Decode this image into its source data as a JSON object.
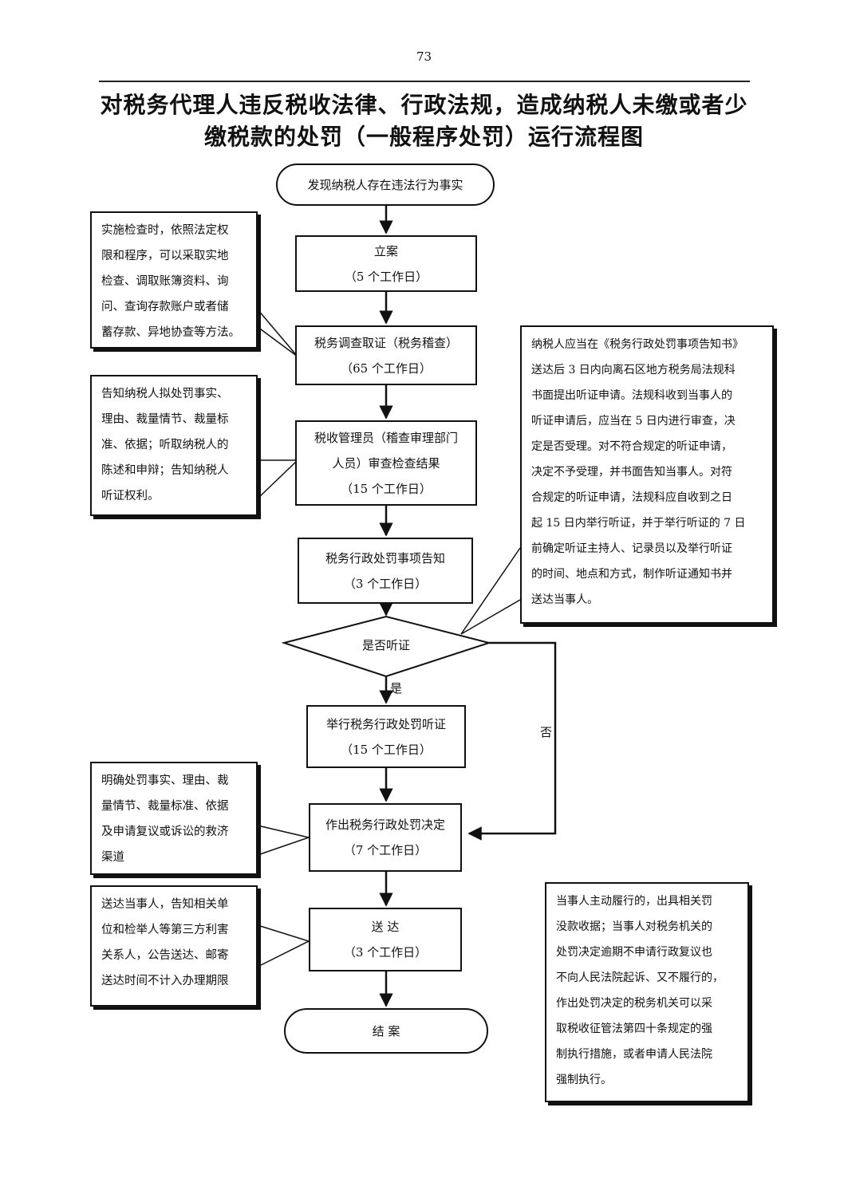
{
  "page_number": "73",
  "title": {
    "line1": "对税务代理人违反税收法律、行政法规，造成纳税人未缴或者少",
    "line2": "缴税款的处罚（一般程序处罚）运行流程图"
  },
  "flow": {
    "start": "发现纳税人存在违法行为事实",
    "step1": {
      "label": "立案",
      "days": "（5 个工作日）"
    },
    "step2": {
      "label": "税务调查取证（税务稽查）",
      "days": "（65 个工作日）"
    },
    "step3": {
      "label1": "税收管理员（稽查审理部门",
      "label2": "人员）审查检查结果",
      "days": "（15 个工作日）"
    },
    "step4": {
      "label": "税务行政处罚事项告知",
      "days": "（3 个工作日）"
    },
    "decision": "是否听证",
    "yes": "是",
    "no": "否",
    "step5": {
      "label": "举行税务行政处罚听证",
      "days": "（15 个工作日）"
    },
    "step6": {
      "label": "作出税务行政处罚决定",
      "days": "（7 个工作日）"
    },
    "step7": {
      "label": "送 达",
      "days": "（3 个工作日）"
    },
    "end": "结 案"
  },
  "notes": {
    "inspection": [
      "实施检查时，依照法定权",
      "限和程序，可以采取实地",
      "检查、调取账簿资料、询",
      "问、查询存款账户或者储",
      "蓄存款、异地协查等方法。"
    ],
    "notify": [
      "告知纳税人拟处罚事实、",
      "理由、裁量情节、裁量标",
      "准、依据；听取纳税人的",
      "陈述和申辩；告知纳税人",
      "听证权利。"
    ],
    "hearing": [
      "纳税人应当在《税务行政处罚事项告知书》",
      "送达后 3 日内向离石区地方税务局法规科",
      "书面提出听证申请。法规科收到当事人的",
      "听证申请后，应当在 5 日内进行审查，决",
      "定是否受理。对不符合规定的听证申请，",
      "决定不予受理，并书面告知当事人。对符",
      "合规定的听证申请，法规科应自收到之日",
      "起 15 日内举行听证，并于举行听证的 7 日",
      "前确定听证主持人、记录员以及举行听证",
      "的时间、地点和方式，制作听证通知书并",
      "送达当事人。"
    ],
    "decision": [
      "明确处罚事实、理由、裁",
      "量情节、裁量标准、依据",
      "及申请复议或诉讼的救济",
      "渠道"
    ],
    "delivery": [
      "送达当事人，告知相关单",
      "位和检举人等第三方利害",
      "关系人，公告送达、邮寄",
      "送达时间不计入办理期限"
    ],
    "enforce": [
      "当事人主动履行的，出具相关罚",
      "没款收据；当事人对税务机关的",
      "处罚决定逾期不申请行政复议也",
      "不向人民法院起诉、又不履行的，",
      "作出处罚决定的税务机关可以采",
      "取税收征管法第四十条规定的强",
      "制执行措施，或者申请人民法院",
      "强制执行。"
    ]
  }
}
